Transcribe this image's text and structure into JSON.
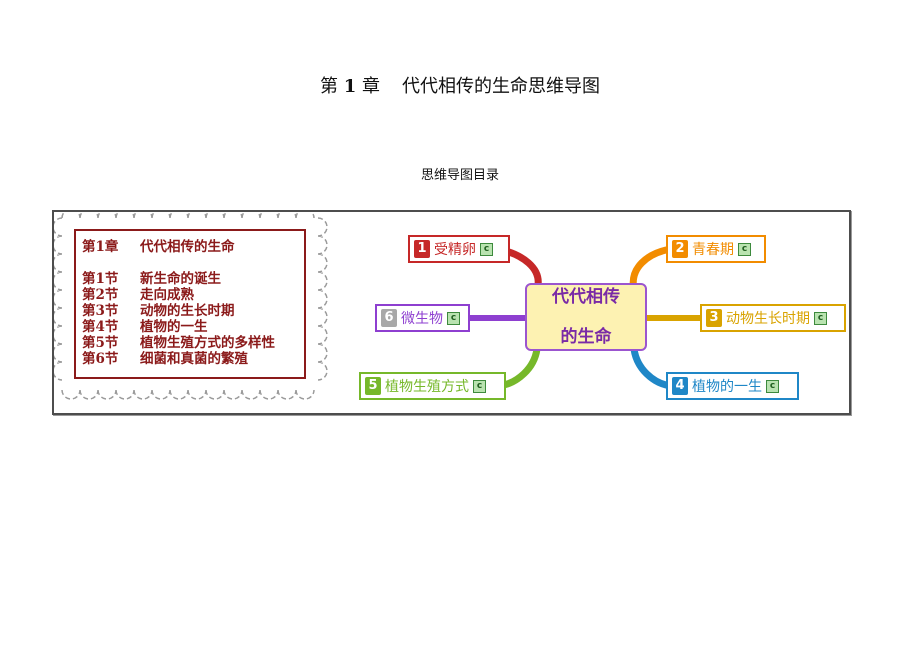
{
  "document": {
    "title_prefix": "第",
    "title_number": "1",
    "title_chapter": "章",
    "title_text": "代代相传的生命思维导图",
    "subtitle": "思维导图目录"
  },
  "toc": {
    "heading_key": "第1章",
    "heading_value": "代代相传的生命",
    "items": [
      {
        "key": "第1节",
        "value": "新生命的诞生"
      },
      {
        "key": "第2节",
        "value": "走向成熟"
      },
      {
        "key": "第3节",
        "value": "动物的生长时期"
      },
      {
        "key": "第4节",
        "value": "植物的一生"
      },
      {
        "key": "第5节",
        "value": "植物生殖方式的多样性"
      },
      {
        "key": "第6节",
        "value": "细菌和真菌的繁殖"
      }
    ]
  },
  "center": {
    "label_line1": "代代相传",
    "label_line2": "的生命"
  },
  "branches": [
    {
      "number": "1",
      "label": "受精卵",
      "color": "#c62828",
      "badge": "c"
    },
    {
      "number": "2",
      "label": "青春期",
      "color": "#f28c00",
      "badge": "c"
    },
    {
      "number": "3",
      "label": "动物生长时期",
      "color": "#d9a300",
      "badge": "c"
    },
    {
      "number": "4",
      "label": "植物的一生",
      "color": "#1f87c7",
      "badge": "c"
    },
    {
      "number": "5",
      "label": "植物生殖方式",
      "color": "#76b82a",
      "badge": "c"
    },
    {
      "number": "6",
      "label": "微生物",
      "color": "#8e3fd0",
      "badge": "c"
    }
  ],
  "colors": {
    "toc_text": "#8b1a1a",
    "center_fill": "#fdf2b2",
    "center_border": "#9b55cf",
    "center_text": "#7a2aa6",
    "number_badge_gray": "#a8a8a8"
  }
}
